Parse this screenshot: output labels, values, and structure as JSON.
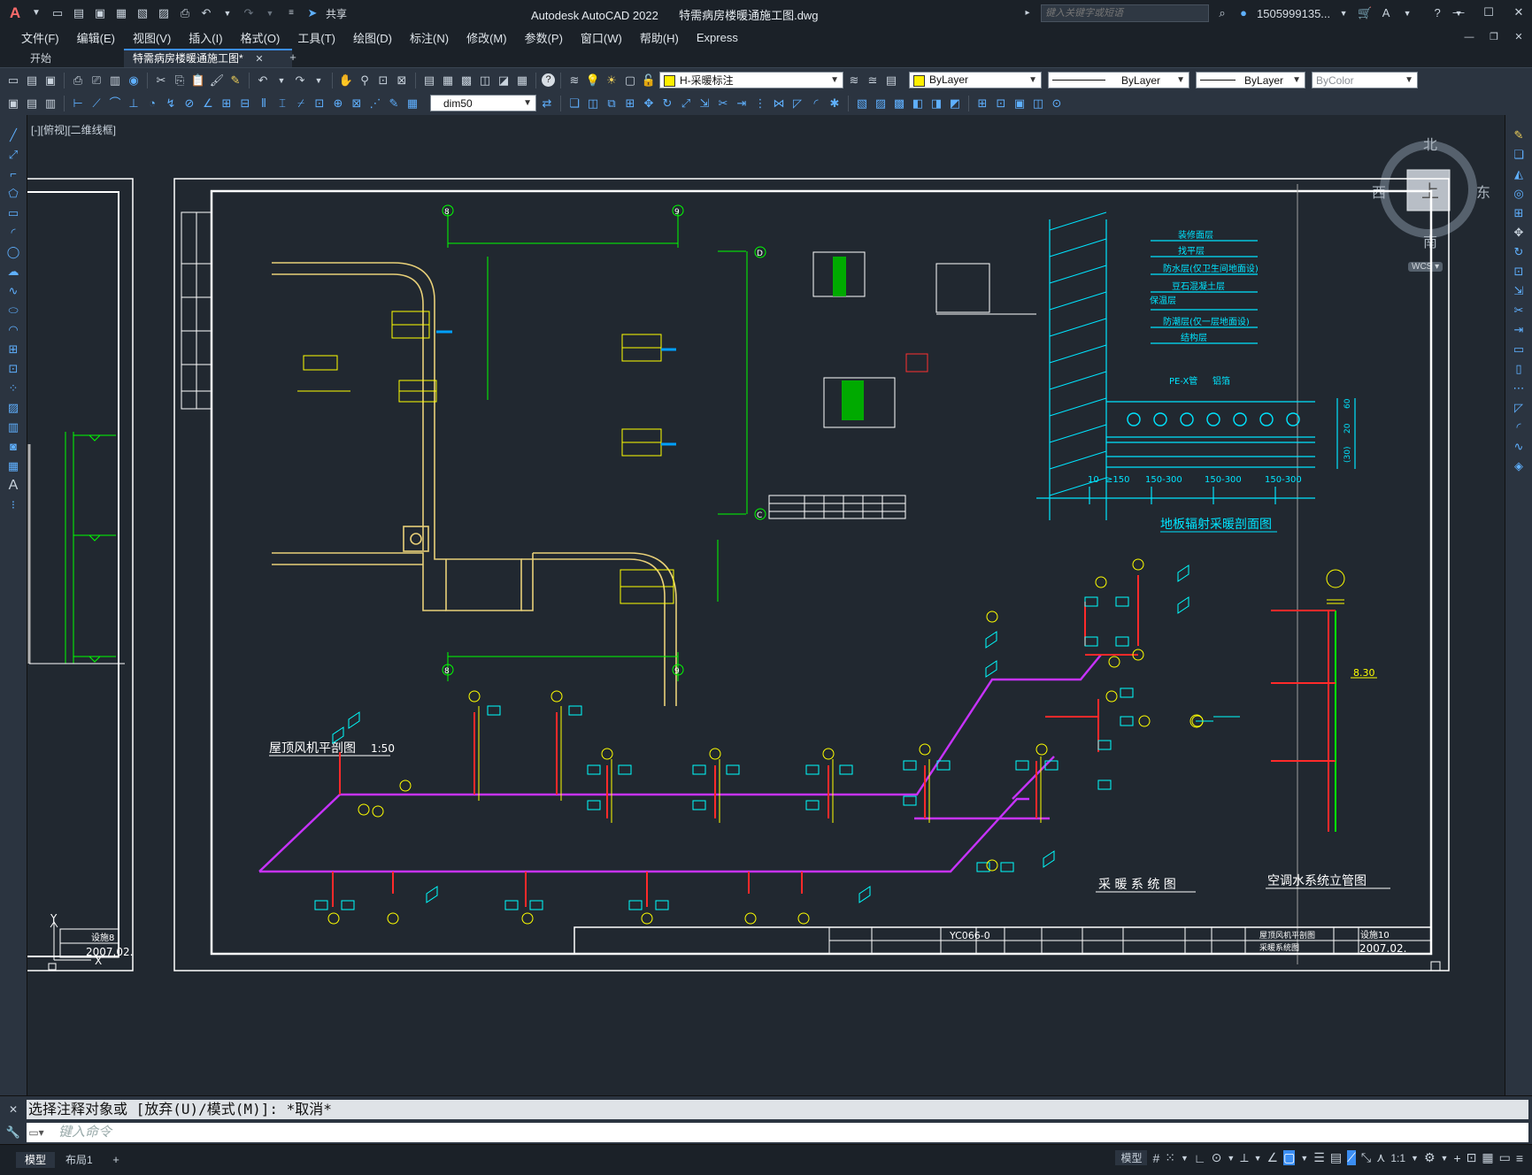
{
  "app": {
    "title": "Autodesk AutoCAD 2022",
    "file": "特需病房楼暖通施工图.dwg",
    "share_label": "共享",
    "search_placeholder": "键入关键字或短语",
    "user": "1505999135..."
  },
  "menu": [
    "文件(F)",
    "编辑(E)",
    "视图(V)",
    "插入(I)",
    "格式(O)",
    "工具(T)",
    "绘图(D)",
    "标注(N)",
    "修改(M)",
    "参数(P)",
    "窗口(W)",
    "帮助(H)",
    "Express"
  ],
  "tabs": {
    "start": "开始",
    "doc": "特需病房楼暖通施工图*"
  },
  "toolbar": {
    "layer": "H-采暖标注",
    "color": "ByLayer",
    "linetype": "ByLayer",
    "lineweight": "ByLayer",
    "plotstyle": "ByColor",
    "dimstyle": "dim50"
  },
  "viewport": {
    "label": "[-][俯视][二维线框]"
  },
  "viewcube": {
    "north": "北",
    "south": "南",
    "east": "东",
    "west": "西",
    "face": "上",
    "wcs": "WCS"
  },
  "drawing": {
    "titles": {
      "roof_fan": "屋顶风机平剖图",
      "roof_scale": "1:50",
      "floor_heating": "地板辐射采暖剖面图",
      "heating_system": "采 暖 系 统 图",
      "ac_riser": "空调水系统立管图"
    },
    "grid_labels": [
      "8",
      "9",
      "D",
      "C"
    ],
    "layers": [
      "装修面层",
      "找平层",
      "防水层(仅卫生间地面设)",
      "豆石混凝土层",
      "保温层",
      "防潮层(仅一层地面设)",
      "结构层"
    ],
    "pipe_labels": [
      "PE-X管",
      "铝箔"
    ],
    "dims": [
      "10",
      "≥150",
      "150-300",
      "150-300",
      "150-300",
      "60",
      "20",
      "(30)"
    ],
    "riser_value": "8.30",
    "left_sheet": {
      "name": "设施8",
      "date": "2007.02."
    },
    "title_block": {
      "code": "YC066-0",
      "name": "屋顶风机平剖图",
      "name2": "采暖系统图",
      "sheet": "设施10",
      "date": "2007.02."
    }
  },
  "command": {
    "history": "选择注释对象或 [放弃(U)/模式(M)]: *取消*",
    "placeholder": "键入命令"
  },
  "status": {
    "model_tab": "模型",
    "layout_tab": "布局1",
    "model_btn": "模型",
    "scale": "1:1"
  }
}
